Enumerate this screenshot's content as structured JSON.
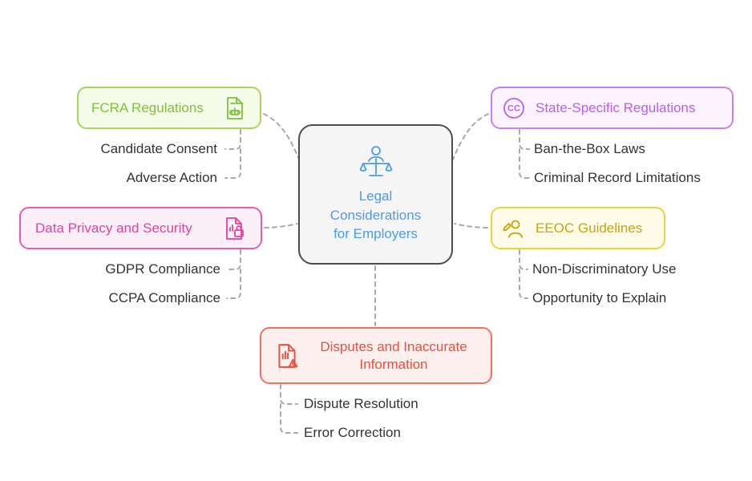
{
  "center": {
    "title": "Legal Considerations for Employers",
    "icon": "person-scales-icon"
  },
  "branches": {
    "fcra": {
      "label": "FCRA Regulations",
      "icon": "document-scales-icon",
      "children": [
        "Candidate Consent",
        "Adverse Action"
      ]
    },
    "state": {
      "label": "State-Specific Regulations",
      "icon": "cc-circle-icon",
      "icon_text": "CC",
      "children": [
        "Ban-the-Box Laws",
        "Criminal Record Limitations"
      ]
    },
    "privacy": {
      "label": "Data Privacy and Security",
      "icon": "document-lock-icon",
      "children": [
        "GDPR Compliance",
        "CCPA Compliance"
      ]
    },
    "eeoc": {
      "label": "EEOC Guidelines",
      "icon": "person-pencil-icon",
      "children": [
        "Non-Discriminatory Use",
        "Opportunity to Explain"
      ]
    },
    "disputes": {
      "label": "Disputes and Inaccurate Information",
      "icon": "document-warning-icon",
      "children": [
        "Dispute Resolution",
        "Error Correction"
      ]
    }
  },
  "colors": {
    "center_text": "#4a9ce8",
    "center_border": "#4c4c4c",
    "center_bg": "#f5f5f5",
    "fcra": "#7fc13b",
    "fcra_border": "#a5d65f",
    "fcra_bg": "#f4fbe8",
    "state": "#bb5df0",
    "state_border": "#c97ff2",
    "state_bg": "#fbf3fe",
    "privacy": "#e93da1",
    "privacy_border": "#ee58b5",
    "privacy_bg": "#fdeff8",
    "eeoc": "#c8a408",
    "eeoc_border": "#e6d63e",
    "eeoc_bg": "#fefce8",
    "disputes": "#e94f3b",
    "disputes_border": "#f4705e",
    "disputes_bg": "#fdefed",
    "connector": "#a9a9a9",
    "sub_item_text": "#333333"
  }
}
